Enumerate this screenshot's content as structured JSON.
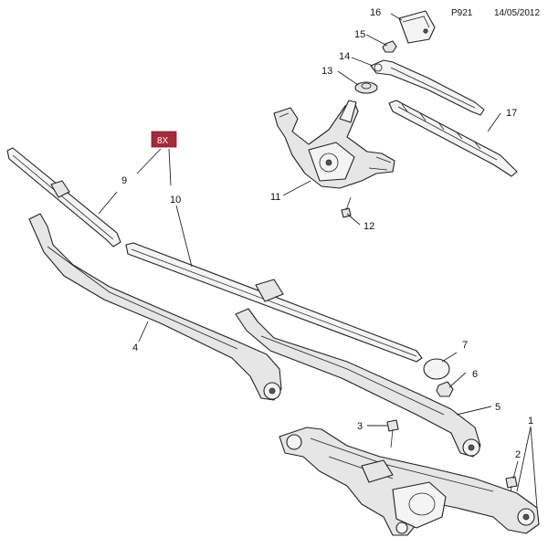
{
  "header": {
    "code": "P921",
    "date": "14/05/2012"
  },
  "badge": {
    "text": "8X",
    "color": "#a52a3a"
  },
  "callouts": [
    "1",
    "2",
    "3",
    "4",
    "5",
    "6",
    "7",
    "9",
    "10",
    "11",
    "12",
    "13",
    "14",
    "15",
    "16",
    "17"
  ]
}
